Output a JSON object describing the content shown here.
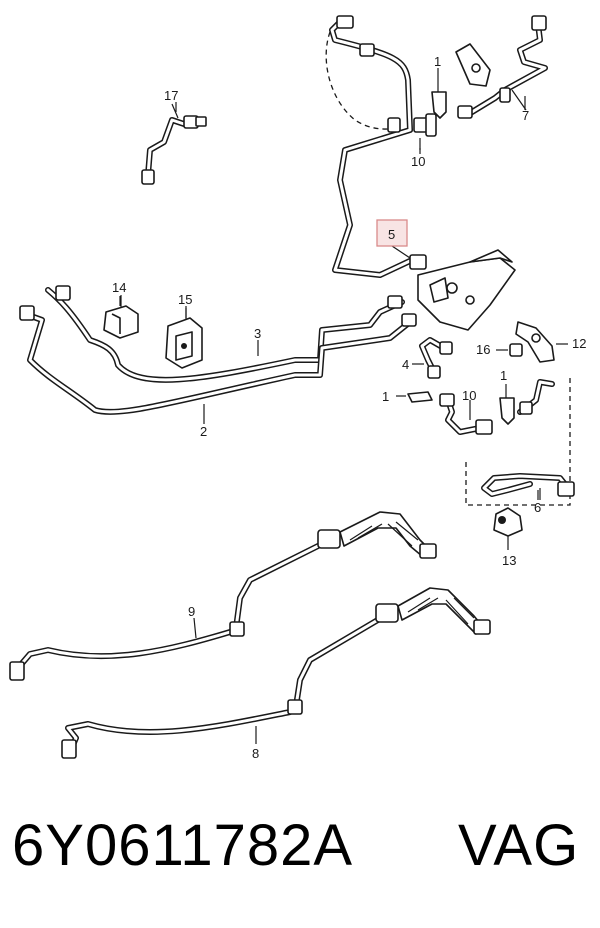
{
  "callouts": {
    "c1a": "1",
    "c1b": "1",
    "c1c": "1",
    "c2": "2",
    "c3": "3",
    "c4": "4",
    "c5": "5",
    "c6": "6",
    "c7": "7",
    "c8": "8",
    "c9": "9",
    "c10a": "10",
    "c10b": "10",
    "c12": "12",
    "c13": "13",
    "c14": "14",
    "c15": "15",
    "c16": "16",
    "c17": "17"
  },
  "highlighted_callout": "5",
  "footer": {
    "part_number": "6Y0611782A",
    "brand": "VAG"
  },
  "colors": {
    "line": "#1a1a1a",
    "highlight_fill": "#f8e4e4",
    "highlight_border": "#d98a8a"
  }
}
